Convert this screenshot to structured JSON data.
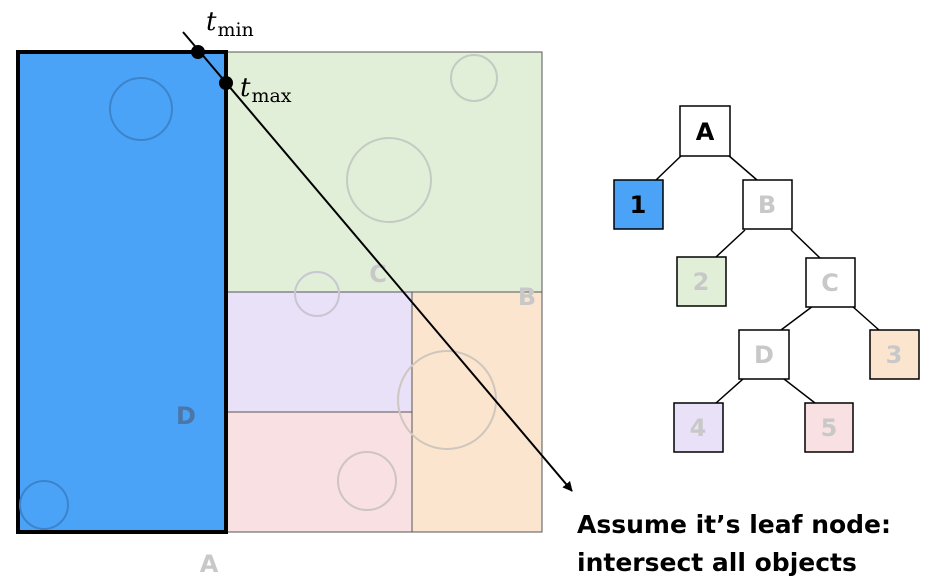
{
  "region_labels": {
    "a": "A",
    "b": "B",
    "c": "C",
    "d": "D"
  },
  "ray_labels": {
    "tmin_t": "t",
    "tmin_sub": "min",
    "tmax_t": "t",
    "tmax_sub": "max"
  },
  "tree_nodes": {
    "a": "A",
    "b": "B",
    "c": "C",
    "d": "D",
    "n1": "1",
    "n2": "2",
    "n3": "3",
    "n4": "4",
    "n5": "5"
  },
  "caption": {
    "line1": "Assume it’s leaf node:",
    "line2": "intersect all objects"
  },
  "colors": {
    "blue": "#4aa3f7",
    "green": "#e1efd8",
    "purple": "#e9e1f7",
    "pink": "#f9e1e3",
    "orange": "#fbe5cf",
    "label_gray": "#c8c8c8",
    "d_label": "#4c75a8"
  }
}
